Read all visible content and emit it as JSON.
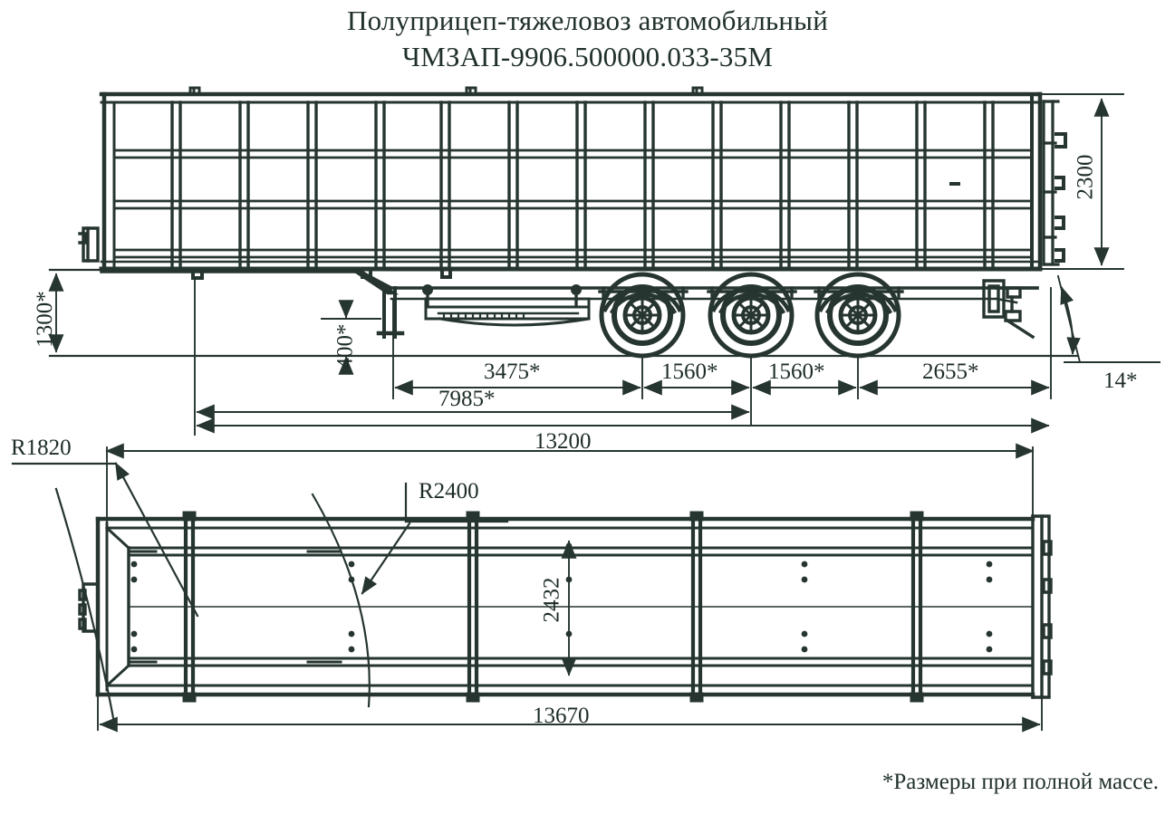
{
  "title": {
    "line1": "Полуприцеп-тяжеловоз автомобильный",
    "line2": "ЧМЗАП-9906.500000.033-35М"
  },
  "footnote": "*Размеры при полной массе.",
  "views": {
    "side": "side-elevation-view",
    "plan": "plan-top-view"
  },
  "dimensions": {
    "height_overall": "2300",
    "fifth_wheel_height": "1300*",
    "ground_clearance": "400*",
    "kingpin_to_first_axle": "3475*",
    "axle_spacing_1": "1560*",
    "axle_spacing_2": "1560*",
    "rear_overhang": "2655*",
    "kingpin_to_axle_centre": "7985*",
    "length_between_extremes": "13200",
    "width_inner": "2432",
    "length_overall_plan": "13670",
    "ramp_angle": "14*",
    "radius_front": "R1820",
    "radius_rear": "R2400"
  },
  "chart_data": {
    "type": "table",
    "title": "ЧМЗАП-9906.500000.033-35М — габаритные размеры",
    "categories": [
      "2300",
      "1300*",
      "400*",
      "3475*",
      "1560*",
      "1560*",
      "2655*",
      "7985*",
      "13200",
      "2432",
      "13670",
      "14*",
      "R1820",
      "R2400"
    ],
    "values": [
      2300,
      1300,
      400,
      3475,
      1560,
      1560,
      2655,
      7985,
      13200,
      2432,
      13670,
      14,
      1820,
      2400
    ]
  },
  "style": {
    "ink": "#26352f",
    "ink_dark": "#1d2c27",
    "paper": "#ffffff"
  }
}
